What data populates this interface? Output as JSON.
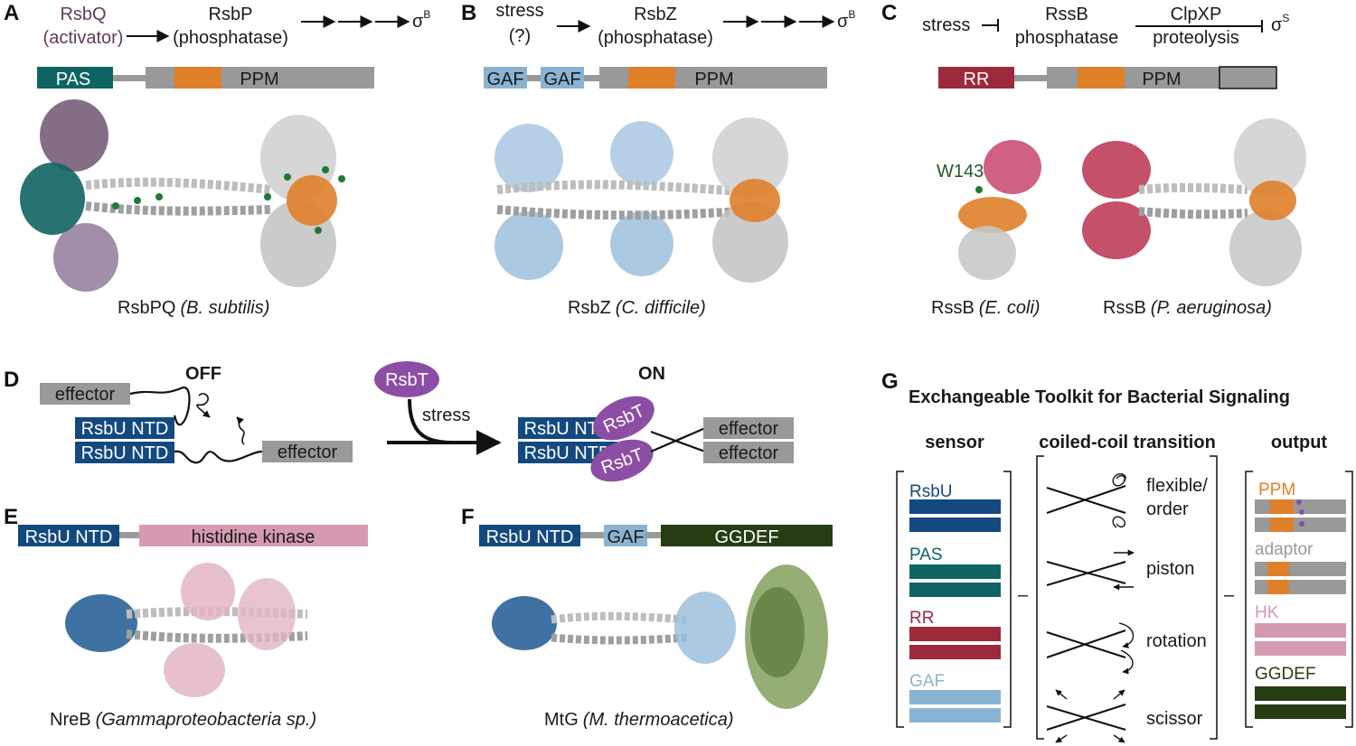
{
  "colors": {
    "pas": "#0e6463",
    "ppm": "#e07f2a",
    "linker": "#999999",
    "gaf": "#8ab3d3",
    "rr": "#9c2a3c",
    "rsbu": "#14497f",
    "hk": "#d59ab1",
    "ggdef": "#263d14",
    "rsbt": "#8c4ea5",
    "rsbq": "#5f3c5c"
  },
  "panelA": {
    "letter": "A",
    "rsbq": "RsbQ",
    "activator": "(activator)",
    "rsbp": "RsbP",
    "phosphatase": "(phosphatase)",
    "sigma": "σ",
    "sigma_sup": "B",
    "domain_pas": "PAS",
    "domain_ppm": "PPM",
    "caption_main": "RsbPQ",
    "caption_species": "(B. subtilis)"
  },
  "panelB": {
    "letter": "B",
    "stress": "stress",
    "question": "(?)",
    "rsbz": "RsbZ",
    "phosphatase": "(phosphatase)",
    "sigma": "σ",
    "sigma_sup": "B",
    "domain_gaf1": "GAF",
    "domain_gaf2": "GAF",
    "domain_ppm": "PPM",
    "caption_main": "RsbZ",
    "caption_species": "(C. difficile)"
  },
  "panelC": {
    "letter": "C",
    "stress": "stress",
    "rssb": "RssB",
    "phosphatase": "phosphatase",
    "clpxp": "ClpXP",
    "proteolysis": "proteolysis",
    "sigma": "σ",
    "sigma_sup": "S",
    "domain_rr": "RR",
    "domain_ppm": "PPM",
    "w143": "W143",
    "caption1_main": "RssB",
    "caption1_species": "(E. coli)",
    "caption2_main": "RssB",
    "caption2_species": "(P. aeruginosa)"
  },
  "panelD": {
    "letter": "D",
    "off": "OFF",
    "on": "ON",
    "effector": "effector",
    "rsbu_ntd": "RsbU NTD",
    "rsbt": "RsbT",
    "stress": "stress"
  },
  "panelE": {
    "letter": "E",
    "domain_rsbu": "RsbU NTD",
    "domain_hk": "histidine kinase",
    "caption_main": "NreB",
    "caption_species": "(Gammaproteobacteria sp.)"
  },
  "panelF": {
    "letter": "F",
    "domain_rsbu": "RsbU NTD",
    "domain_gaf": "GAF",
    "domain_ggdef": "GGDEF",
    "caption_main": "MtG",
    "caption_species": "(M. thermoacetica)"
  },
  "panelG": {
    "letter": "G",
    "title": "Exchangeable Toolkit for Bacterial Signaling",
    "col_sensor": "sensor",
    "col_transition": "coiled-coil transition",
    "col_output": "output",
    "sensors": [
      "RsbU",
      "PAS",
      "RR",
      "GAF"
    ],
    "transitions": [
      "flexible/",
      "order",
      "piston",
      "rotation",
      "scissor"
    ],
    "outputs": [
      "PPM",
      "adaptor",
      "HK",
      "GGDEF"
    ],
    "dash": "–"
  }
}
